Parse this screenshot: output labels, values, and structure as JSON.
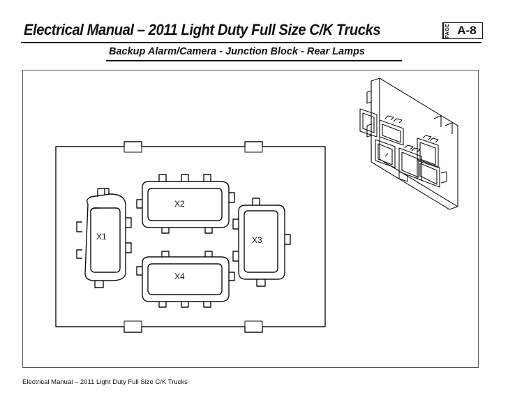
{
  "header": {
    "title": "Electrical Manual – 2011 Light Duty Full Size C/K Trucks",
    "page_word": "PAGE",
    "page_number": "A-8"
  },
  "subtitle": "Backup Alarm/Camera - Junction Block - Rear Lamps",
  "connectors": {
    "x1": "X1",
    "x2": "X2",
    "x3": "X3",
    "x4": "X4"
  },
  "footer": "Electrical Manual – 2011 Light Duty Full Size C/K Trucks"
}
